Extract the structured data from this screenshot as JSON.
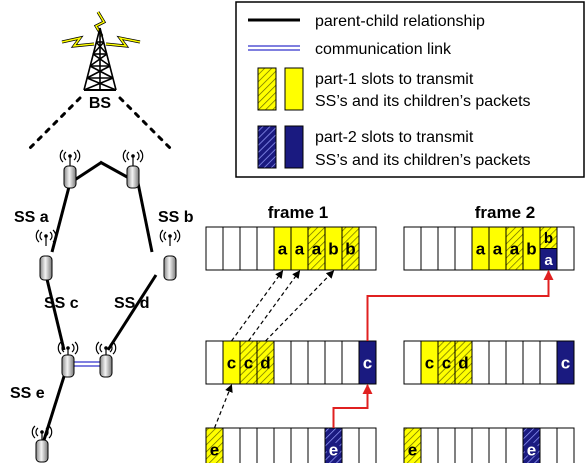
{
  "legend": {
    "parent_child": "parent-child relationship",
    "comm_link": "communication link",
    "part1_line1": "part-1 slots to transmit",
    "part1_line2": "SS’s and its children’s packets",
    "part2_line1": "part-2 slots to transmit",
    "part2_line2": "SS’s and its children’s packets"
  },
  "nodes": {
    "bs": "BS",
    "ss_a": "SS a",
    "ss_b": "SS b",
    "ss_c": "SS c",
    "ss_d": "SS d",
    "ss_e": "SS e"
  },
  "frames": {
    "frame1_title": "frame 1",
    "frame2_title": "frame 2"
  },
  "slot_numbers": [
    "1",
    "2",
    "3",
    "4",
    "5",
    "6",
    "7",
    "8",
    "9",
    "10"
  ],
  "colors": {
    "part1": "#ffff00",
    "part2": "#1a1a80",
    "arrow": "#e02020",
    "link": "#3333cc",
    "lightning": "#ffff00"
  },
  "rows": {
    "f1_top": [
      {
        "slot": 5,
        "label": "a",
        "kind": "part1"
      },
      {
        "slot": 6,
        "label": "a",
        "kind": "part1"
      },
      {
        "slot": 7,
        "label": "a",
        "kind": "part1-hatch"
      },
      {
        "slot": 8,
        "label": "b",
        "kind": "part1"
      },
      {
        "slot": 9,
        "label": "b",
        "kind": "part1-hatch"
      }
    ],
    "f1_mid": [
      {
        "slot": 2,
        "label": "c",
        "kind": "part1"
      },
      {
        "slot": 3,
        "label": "c",
        "kind": "part1-hatch"
      },
      {
        "slot": 4,
        "label": "d",
        "kind": "part1-hatch"
      },
      {
        "slot": 10,
        "label": "c",
        "kind": "part2"
      }
    ],
    "f1_bot": [
      {
        "slot": 1,
        "label": "e",
        "kind": "part1-hatch"
      },
      {
        "slot": 8,
        "label": "e",
        "kind": "part2-hatch"
      }
    ],
    "f2_top": [
      {
        "slot": 5,
        "label": "a",
        "kind": "part1"
      },
      {
        "slot": 6,
        "label": "a",
        "kind": "part1"
      },
      {
        "slot": 7,
        "label": "a",
        "kind": "part1-hatch"
      },
      {
        "slot": 8,
        "label": "b",
        "kind": "part1"
      }
    ],
    "f2_top_split": {
      "slot": 9,
      "top": "b",
      "bottom": "a"
    },
    "f2_mid": [
      {
        "slot": 2,
        "label": "c",
        "kind": "part1"
      },
      {
        "slot": 3,
        "label": "c",
        "kind": "part1-hatch"
      },
      {
        "slot": 4,
        "label": "d",
        "kind": "part1-hatch"
      },
      {
        "slot": 10,
        "label": "c",
        "kind": "part2"
      }
    ],
    "f2_bot": [
      {
        "slot": 1,
        "label": "e",
        "kind": "part1-hatch"
      },
      {
        "slot": 8,
        "label": "e",
        "kind": "part2-hatch"
      }
    ]
  }
}
